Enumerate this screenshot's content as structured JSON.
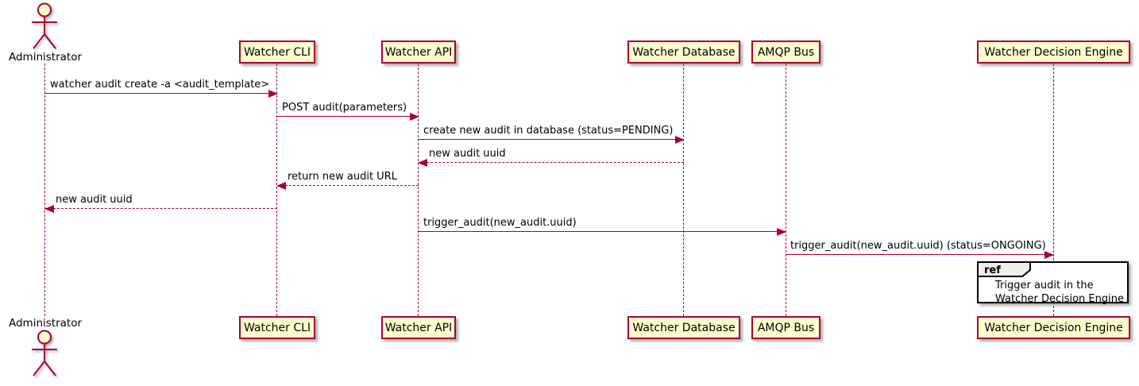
{
  "diagram": {
    "type": "sequence",
    "actor": {
      "label": "Administrator"
    },
    "participants": [
      {
        "label": "Watcher CLI"
      },
      {
        "label": "Watcher API"
      },
      {
        "label": "Watcher Database"
      },
      {
        "label": "AMQP Bus"
      },
      {
        "label": "Watcher Decision Engine"
      }
    ],
    "messages": [
      {
        "from": "Administrator",
        "to": "Watcher CLI",
        "text": "watcher audit create -a <audit_template>",
        "line": "solid",
        "direction": "right"
      },
      {
        "from": "Watcher CLI",
        "to": "Watcher API",
        "text": "POST audit(parameters)",
        "line": "solid",
        "direction": "right"
      },
      {
        "from": "Watcher API",
        "to": "Watcher Database",
        "text": "create new audit in database (status=PENDING)",
        "line": "solid",
        "direction": "right"
      },
      {
        "from": "Watcher Database",
        "to": "Watcher API",
        "text": "new audit uuid",
        "line": "dashed",
        "direction": "left"
      },
      {
        "from": "Watcher API",
        "to": "Watcher CLI",
        "text": "return new audit URL",
        "line": "dashed",
        "direction": "left"
      },
      {
        "from": "Watcher CLI",
        "to": "Administrator",
        "text": "new audit uuid",
        "line": "dashed",
        "direction": "left"
      },
      {
        "from": "Watcher API",
        "to": "AMQP Bus",
        "text": "trigger_audit(new_audit.uuid)",
        "line": "solid",
        "direction": "right"
      },
      {
        "from": "AMQP Bus",
        "to": "Watcher Decision Engine",
        "text": "trigger_audit(new_audit.uuid) (status=ONGOING)",
        "line": "solid",
        "direction": "right"
      }
    ],
    "ref_fragment": {
      "keyword": "ref",
      "over": "Watcher Decision Engine",
      "line1": "Trigger audit in the",
      "line2": "Watcher Decision Engine"
    },
    "colors": {
      "accent": "#A80036",
      "participant_fill": "#FEFECE",
      "ref_header_fill": "#EEEEEE",
      "text": "#000000",
      "background": "#FFFFFF"
    }
  }
}
